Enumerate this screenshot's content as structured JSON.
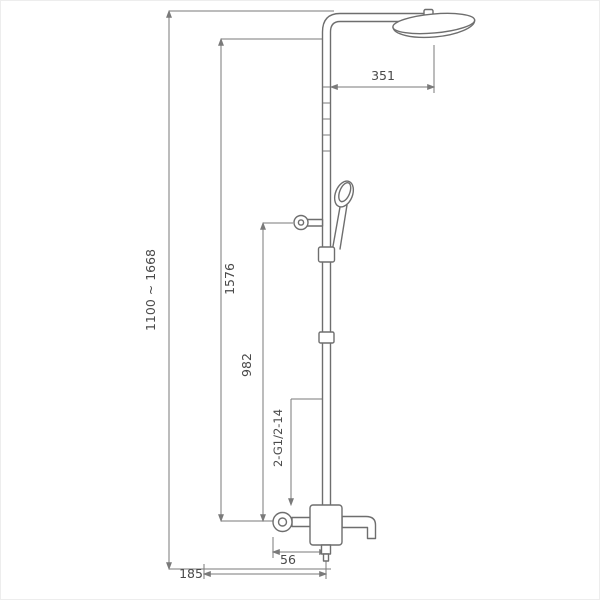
{
  "drawing": {
    "type": "technical-dimension-drawing",
    "colors": {
      "background": "#ffffff",
      "fixture_line": "#6e6e6e",
      "dimension_line": "#7a7a7a",
      "text": "#4a4a4a",
      "border": "#ededed"
    },
    "labels": {
      "overall_height": "1100 ~ 1668",
      "height_to_head": "1576",
      "height_to_hand_shower": "982",
      "thread_callout": "2-G1/2-14",
      "arm_reach": "351",
      "handle_offset": "56",
      "base_offset": "185"
    }
  }
}
